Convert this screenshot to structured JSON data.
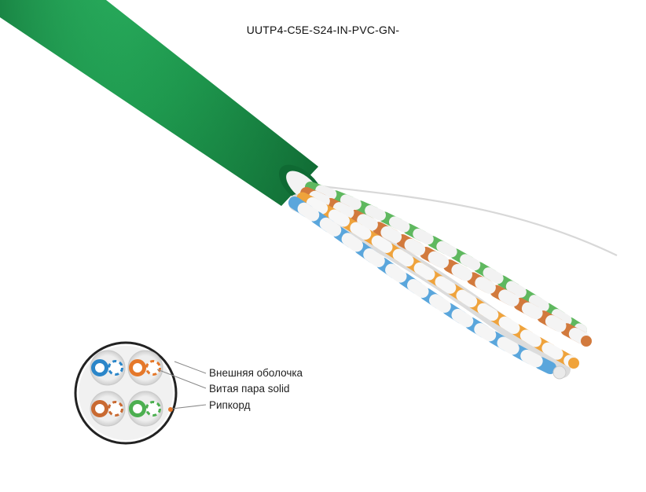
{
  "product": {
    "title": "UUTP4-C5E-S24-IN-PVC-GN-"
  },
  "colors": {
    "jacket": "#1f9a4f",
    "pair_blue": "#2b86c9",
    "pair_orange": "#e5782a",
    "pair_brown": "#c96a32",
    "pair_green": "#4caf50",
    "ripcord": "#e5782a"
  },
  "legend": {
    "items": [
      {
        "label": "Внешняя оболочка"
      },
      {
        "label": "Витая пара solid"
      },
      {
        "label": "Рипкорд"
      }
    ]
  }
}
